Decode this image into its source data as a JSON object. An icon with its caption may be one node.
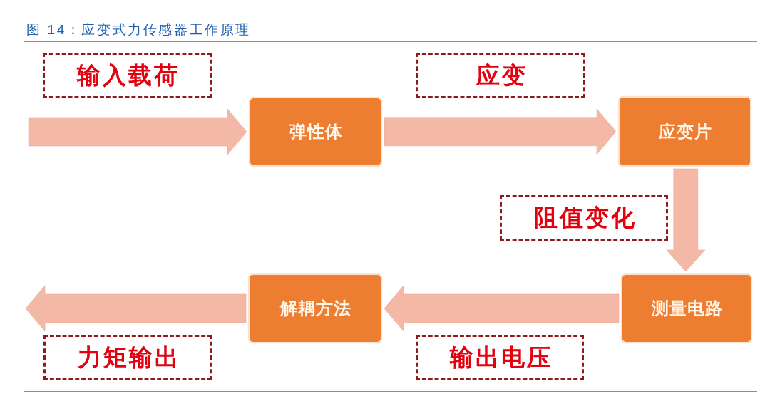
{
  "diagram": {
    "title": "图 14：应变式力传感器工作原理",
    "nodes": [
      {
        "text": [
          "输入载荷"
        ]
      },
      {
        "text": [
          "应变"
        ]
      },
      {
        "text": [
          "弹性体"
        ]
      },
      {
        "text": [
          "应变片"
        ]
      },
      {
        "text": [
          "阻值变化"
        ]
      },
      {
        "text": [
          "解耦方法"
        ]
      },
      {
        "text": [
          "测量电路"
        ]
      },
      {
        "text": [
          "力矩输出"
        ]
      },
      {
        "text": [
          "输出电压"
        ]
      }
    ],
    "edges": [
      {
        "from": null,
        "to": 2,
        "arrow": "to"
      },
      {
        "from": 2,
        "to": 3,
        "arrow": "to"
      },
      {
        "from": 3,
        "to": 6,
        "arrow": "to"
      },
      {
        "from": 6,
        "to": 5,
        "arrow": "to"
      },
      {
        "from": 5,
        "to": null,
        "arrow": "to"
      }
    ]
  }
}
